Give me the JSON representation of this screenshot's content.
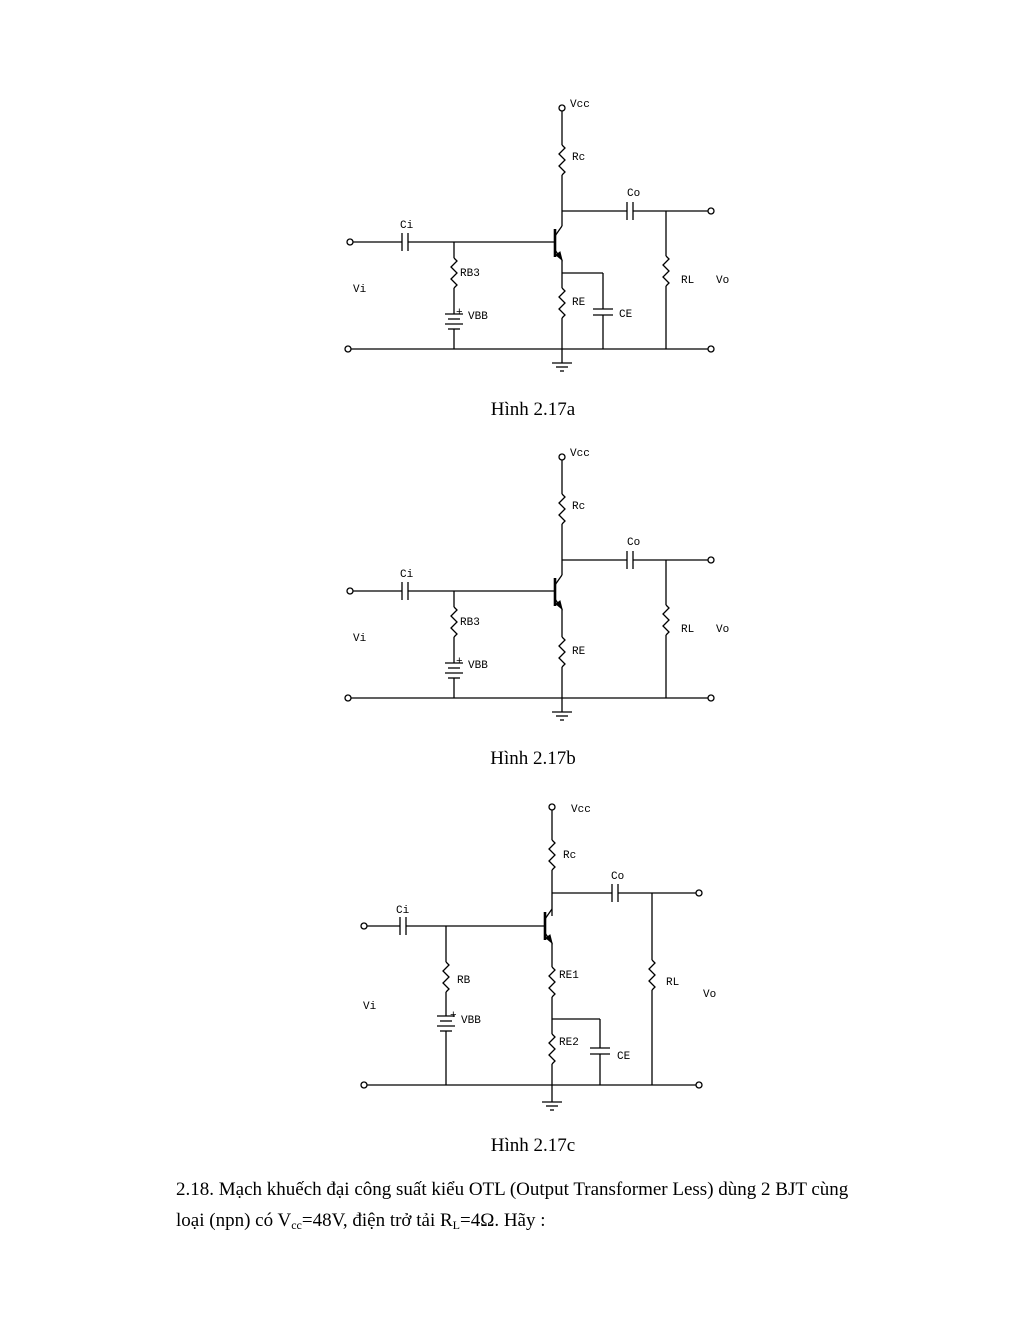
{
  "figures": [
    {
      "caption": "Hình 2.17a",
      "labels": {
        "vcc": "Vcc",
        "rc": "Rc",
        "co": "Co",
        "ci": "Ci",
        "rb": "RB3",
        "vi": "Vi",
        "rl": "RL",
        "vo": "Vo",
        "re": "RE",
        "ce": "CE",
        "vbb": "VBB",
        "plus": "+"
      }
    },
    {
      "caption": "Hình 2.17b",
      "labels": {
        "vcc": "Vcc",
        "rc": "Rc",
        "co": "Co",
        "ci": "Ci",
        "rb": "RB3",
        "vi": "Vi",
        "rl": "RL",
        "vo": "Vo",
        "re": "RE",
        "vbb": "VBB",
        "plus": "+"
      }
    },
    {
      "caption": "Hình 2.17c",
      "labels": {
        "vcc": "Vcc",
        "rc": "Rc",
        "co": "Co",
        "ci": "Ci",
        "rb": "RB",
        "vi": "Vi",
        "rl": "RL",
        "vo": "Vo",
        "re1": "RE1",
        "re2": "RE2",
        "ce": "CE",
        "vbb": "VBB",
        "plus": "+"
      }
    }
  ],
  "problem": {
    "line1": "2.18. Mạch khuếch đại công suất kiểu OTL (Output Transformer Less) dùng 2 BJT cùng",
    "line2_a": "loại (npn) có V",
    "line2_sub1": "cc",
    "line2_b": "=48V, điện trở tải R",
    "line2_sub2": "L",
    "line2_c": "=4Ω. Hãy :"
  }
}
